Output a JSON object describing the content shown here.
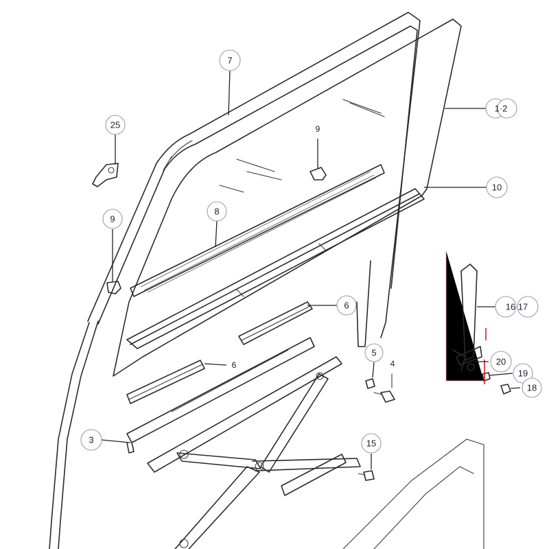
{
  "colors": {
    "line": "#2a2a2a",
    "callout_ring": "#9a9ab8",
    "marker": "#d42020",
    "background": "#ffffff"
  },
  "marker_text": "I",
  "callouts": [
    {
      "id": "c7",
      "label": "7",
      "circled": true
    },
    {
      "id": "c12",
      "label": "1·2",
      "circled": true
    },
    {
      "id": "c25",
      "label": "25",
      "circled": true
    },
    {
      "id": "c9a",
      "label": "9",
      "circled": false
    },
    {
      "id": "c10",
      "label": "10",
      "circled": true
    },
    {
      "id": "c8",
      "label": "8",
      "circled": true
    },
    {
      "id": "c9b",
      "label": "9",
      "circled": true
    },
    {
      "id": "c6a",
      "label": "6",
      "circled": true
    },
    {
      "id": "c1617",
      "label": "16 17",
      "circled": true
    },
    {
      "id": "c5",
      "label": "5",
      "circled": false
    },
    {
      "id": "c4",
      "label": "4",
      "circled": false
    },
    {
      "id": "c6b",
      "label": "6",
      "circled": false
    },
    {
      "id": "c20",
      "label": "20",
      "circled": true
    },
    {
      "id": "c19",
      "label": "19",
      "circled": true
    },
    {
      "id": "c18",
      "label": "18",
      "circled": true
    },
    {
      "id": "c3",
      "label": "3",
      "circled": true
    },
    {
      "id": "c15",
      "label": "15",
      "circled": true
    }
  ]
}
